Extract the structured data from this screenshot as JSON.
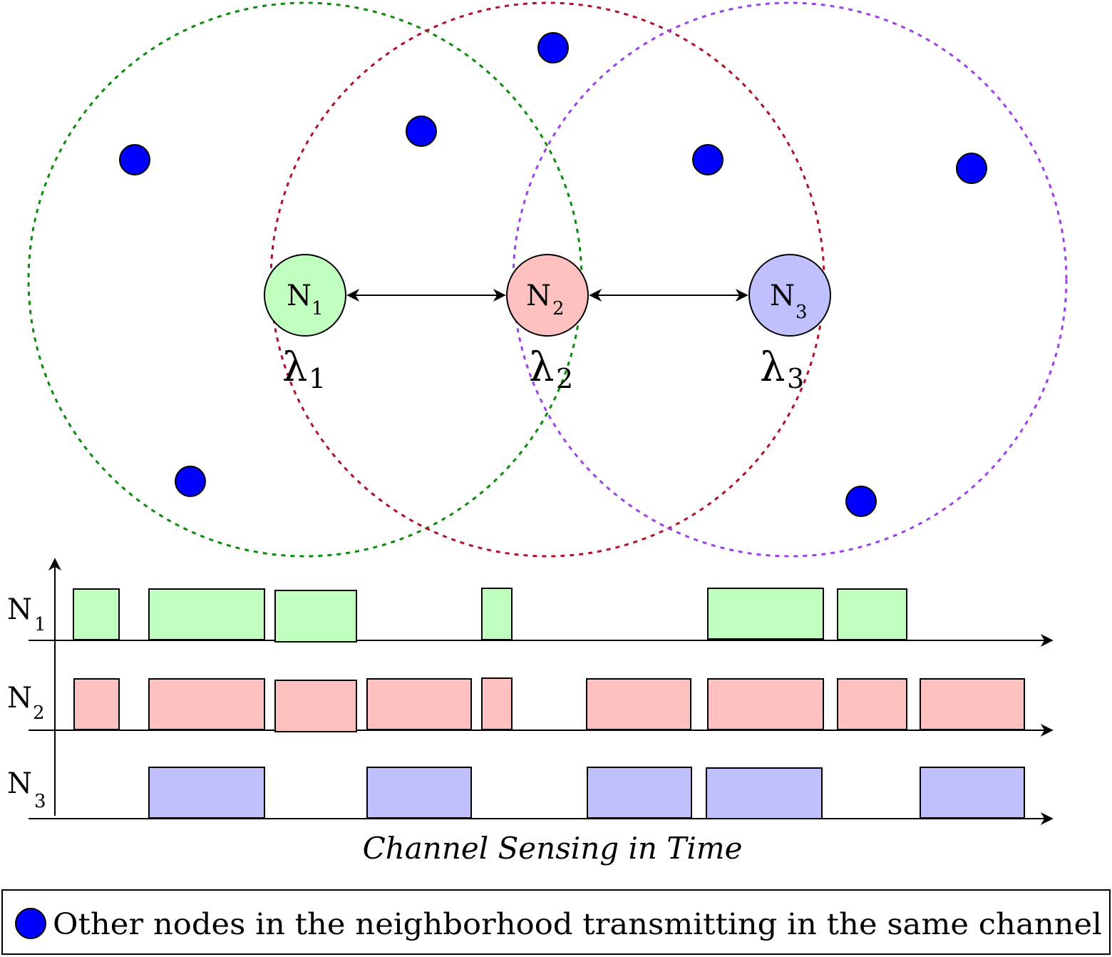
{
  "colors": {
    "n1_fill": "#c0ffc0",
    "n2_fill": "#ffc0c0",
    "n3_fill": "#c0c0ff",
    "n1_range": "#0a8a0a",
    "n2_range": "#b0102a",
    "n3_range": "#9a40ee",
    "other_node": "#0000ff"
  },
  "nodes": [
    {
      "id": "n1",
      "label": "N",
      "sub": "1",
      "lambda": "λ",
      "lambda_sub": "1"
    },
    {
      "id": "n2",
      "label": "N",
      "sub": "2",
      "lambda": "λ",
      "lambda_sub": "2"
    },
    {
      "id": "n3",
      "label": "N",
      "sub": "3",
      "lambda": "λ",
      "lambda_sub": "3"
    }
  ],
  "timeline": {
    "caption": "Channel Sensing in Time",
    "rows": [
      {
        "label": "N",
        "sub": "1"
      },
      {
        "label": "N",
        "sub": "2"
      },
      {
        "label": "N",
        "sub": "3"
      }
    ]
  },
  "legend": {
    "icon": "blue-dot-icon",
    "text": "Other nodes in the neighborhood transmitting in the same channel"
  }
}
